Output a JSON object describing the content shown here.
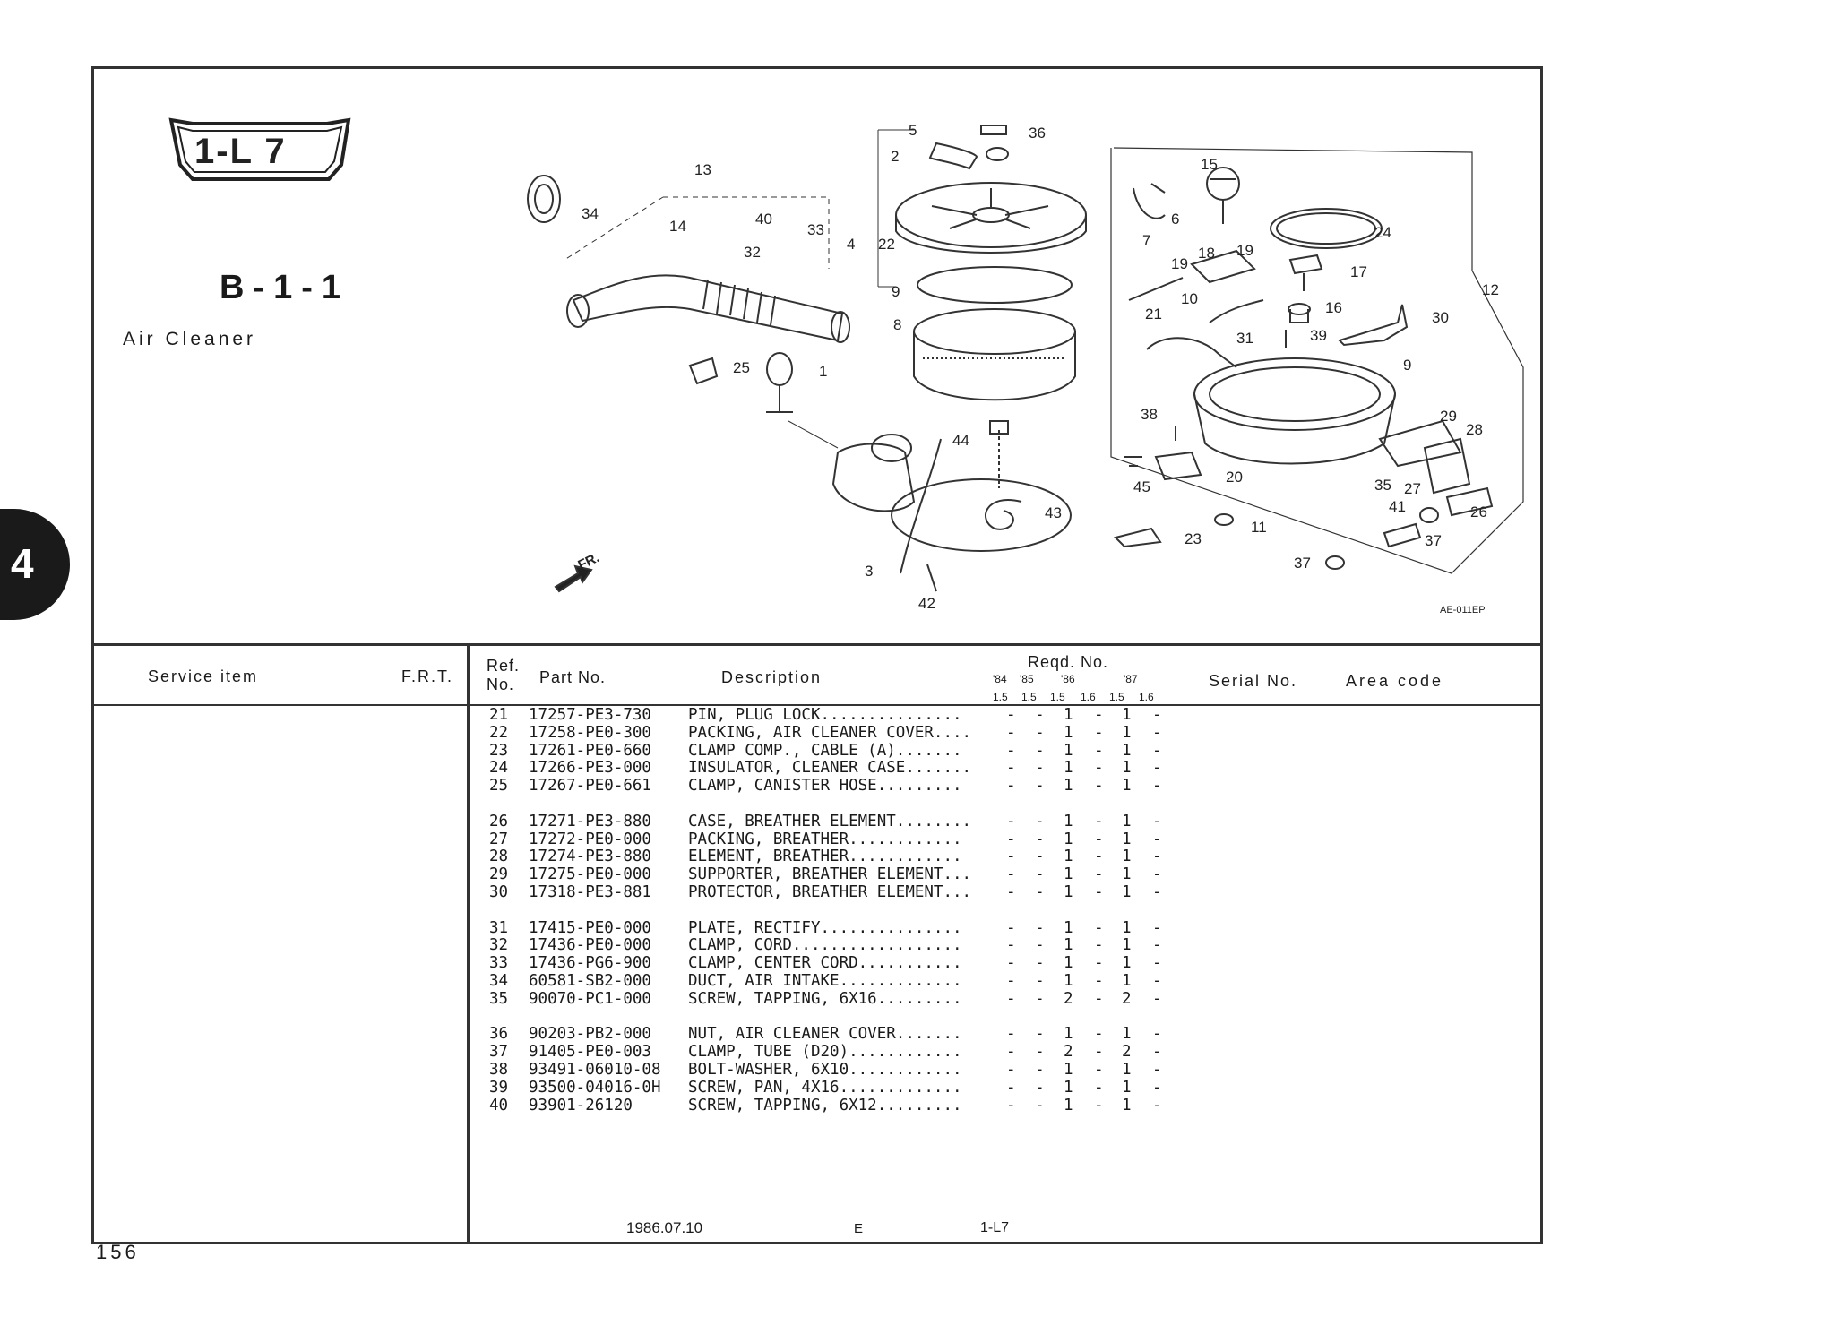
{
  "section_tab": "4",
  "logo_code": "1-L 7",
  "group_code": "B-1-1",
  "group_title": "Air Cleaner",
  "page_number": "156",
  "diagram": {
    "front_label": "FR.",
    "figure_code": "AE-011EP",
    "callouts": [
      "34",
      "13",
      "14",
      "40",
      "33",
      "32",
      "25",
      "1",
      "5",
      "36",
      "2",
      "4",
      "22",
      "9",
      "8",
      "44",
      "43",
      "3",
      "42",
      "15",
      "6",
      "7",
      "24",
      "19",
      "18",
      "19",
      "17",
      "12",
      "10",
      "21",
      "16",
      "30",
      "31",
      "39",
      "9",
      "38",
      "29",
      "28",
      "20",
      "45",
      "35",
      "27",
      "41",
      "26",
      "37",
      "11",
      "23",
      "37"
    ]
  },
  "table": {
    "headers": {
      "service_item": "Service    item",
      "frt": "F.R.T.",
      "ref_no": "Ref.",
      "ref_no2": "No.",
      "part_no": "Part No.",
      "description": "Description",
      "reqd_no": "Reqd. No.",
      "years": [
        "'84",
        "'85",
        "'86",
        "'87"
      ],
      "engines": [
        "1.5",
        "1.5",
        "1.5",
        "1.6",
        "1.5",
        "1.6"
      ],
      "serial_no": "Serial No.",
      "area_code": "Area code"
    },
    "rows": [
      {
        "ref": "21",
        "part": "17257-PE3-730",
        "desc": "PIN, PLUG LOCK...............",
        "q": [
          "-",
          "-",
          "1",
          "-",
          "1",
          "-"
        ]
      },
      {
        "ref": "22",
        "part": "17258-PE0-300",
        "desc": "PACKING, AIR CLEANER COVER....",
        "q": [
          "-",
          "-",
          "1",
          "-",
          "1",
          "-"
        ]
      },
      {
        "ref": "23",
        "part": "17261-PE0-660",
        "desc": "CLAMP COMP., CABLE (A).......",
        "q": [
          "-",
          "-",
          "1",
          "-",
          "1",
          "-"
        ]
      },
      {
        "ref": "24",
        "part": "17266-PE3-000",
        "desc": "INSULATOR, CLEANER CASE.......",
        "q": [
          "-",
          "-",
          "1",
          "-",
          "1",
          "-"
        ]
      },
      {
        "ref": "25",
        "part": "17267-PE0-661",
        "desc": "CLAMP, CANISTER HOSE.........",
        "q": [
          "-",
          "-",
          "1",
          "-",
          "1",
          "-"
        ]
      },
      {
        "ref": "26",
        "part": "17271-PE3-880",
        "desc": "CASE, BREATHER ELEMENT........",
        "q": [
          "-",
          "-",
          "1",
          "-",
          "1",
          "-"
        ]
      },
      {
        "ref": "27",
        "part": "17272-PE0-000",
        "desc": "PACKING, BREATHER............",
        "q": [
          "-",
          "-",
          "1",
          "-",
          "1",
          "-"
        ]
      },
      {
        "ref": "28",
        "part": "17274-PE3-880",
        "desc": "ELEMENT, BREATHER............",
        "q": [
          "-",
          "-",
          "1",
          "-",
          "1",
          "-"
        ]
      },
      {
        "ref": "29",
        "part": "17275-PE0-000",
        "desc": "SUPPORTER, BREATHER ELEMENT...",
        "q": [
          "-",
          "-",
          "1",
          "-",
          "1",
          "-"
        ]
      },
      {
        "ref": "30",
        "part": "17318-PE3-881",
        "desc": "PROTECTOR, BREATHER ELEMENT...",
        "q": [
          "-",
          "-",
          "1",
          "-",
          "1",
          "-"
        ]
      },
      {
        "ref": "31",
        "part": "17415-PE0-000",
        "desc": "PLATE, RECTIFY...............",
        "q": [
          "-",
          "-",
          "1",
          "-",
          "1",
          "-"
        ]
      },
      {
        "ref": "32",
        "part": "17436-PE0-000",
        "desc": "CLAMP, CORD..................",
        "q": [
          "-",
          "-",
          "1",
          "-",
          "1",
          "-"
        ]
      },
      {
        "ref": "33",
        "part": "17436-PG6-900",
        "desc": "CLAMP, CENTER CORD...........",
        "q": [
          "-",
          "-",
          "1",
          "-",
          "1",
          "-"
        ]
      },
      {
        "ref": "34",
        "part": "60581-SB2-000",
        "desc": "DUCT, AIR INTAKE.............",
        "q": [
          "-",
          "-",
          "1",
          "-",
          "1",
          "-"
        ]
      },
      {
        "ref": "35",
        "part": "90070-PC1-000",
        "desc": "SCREW, TAPPING, 6X16.........",
        "q": [
          "-",
          "-",
          "2",
          "-",
          "2",
          "-"
        ]
      },
      {
        "ref": "36",
        "part": "90203-PB2-000",
        "desc": "NUT, AIR CLEANER COVER.......",
        "q": [
          "-",
          "-",
          "1",
          "-",
          "1",
          "-"
        ]
      },
      {
        "ref": "37",
        "part": "91405-PE0-003",
        "desc": "CLAMP, TUBE (D20)............",
        "q": [
          "-",
          "-",
          "2",
          "-",
          "2",
          "-"
        ]
      },
      {
        "ref": "38",
        "part": "93491-06010-08",
        "desc": "BOLT-WASHER, 6X10............",
        "q": [
          "-",
          "-",
          "1",
          "-",
          "1",
          "-"
        ]
      },
      {
        "ref": "39",
        "part": "93500-04016-0H",
        "desc": "SCREW, PAN, 4X16.............",
        "q": [
          "-",
          "-",
          "1",
          "-",
          "1",
          "-"
        ]
      },
      {
        "ref": "40",
        "part": "93901-26120",
        "desc": "SCREW, TAPPING, 6X12.........",
        "q": [
          "-",
          "-",
          "1",
          "-",
          "1",
          "-"
        ]
      }
    ]
  },
  "footer": {
    "date": "1986.07.10",
    "edition": "E",
    "code": "1-L7"
  }
}
